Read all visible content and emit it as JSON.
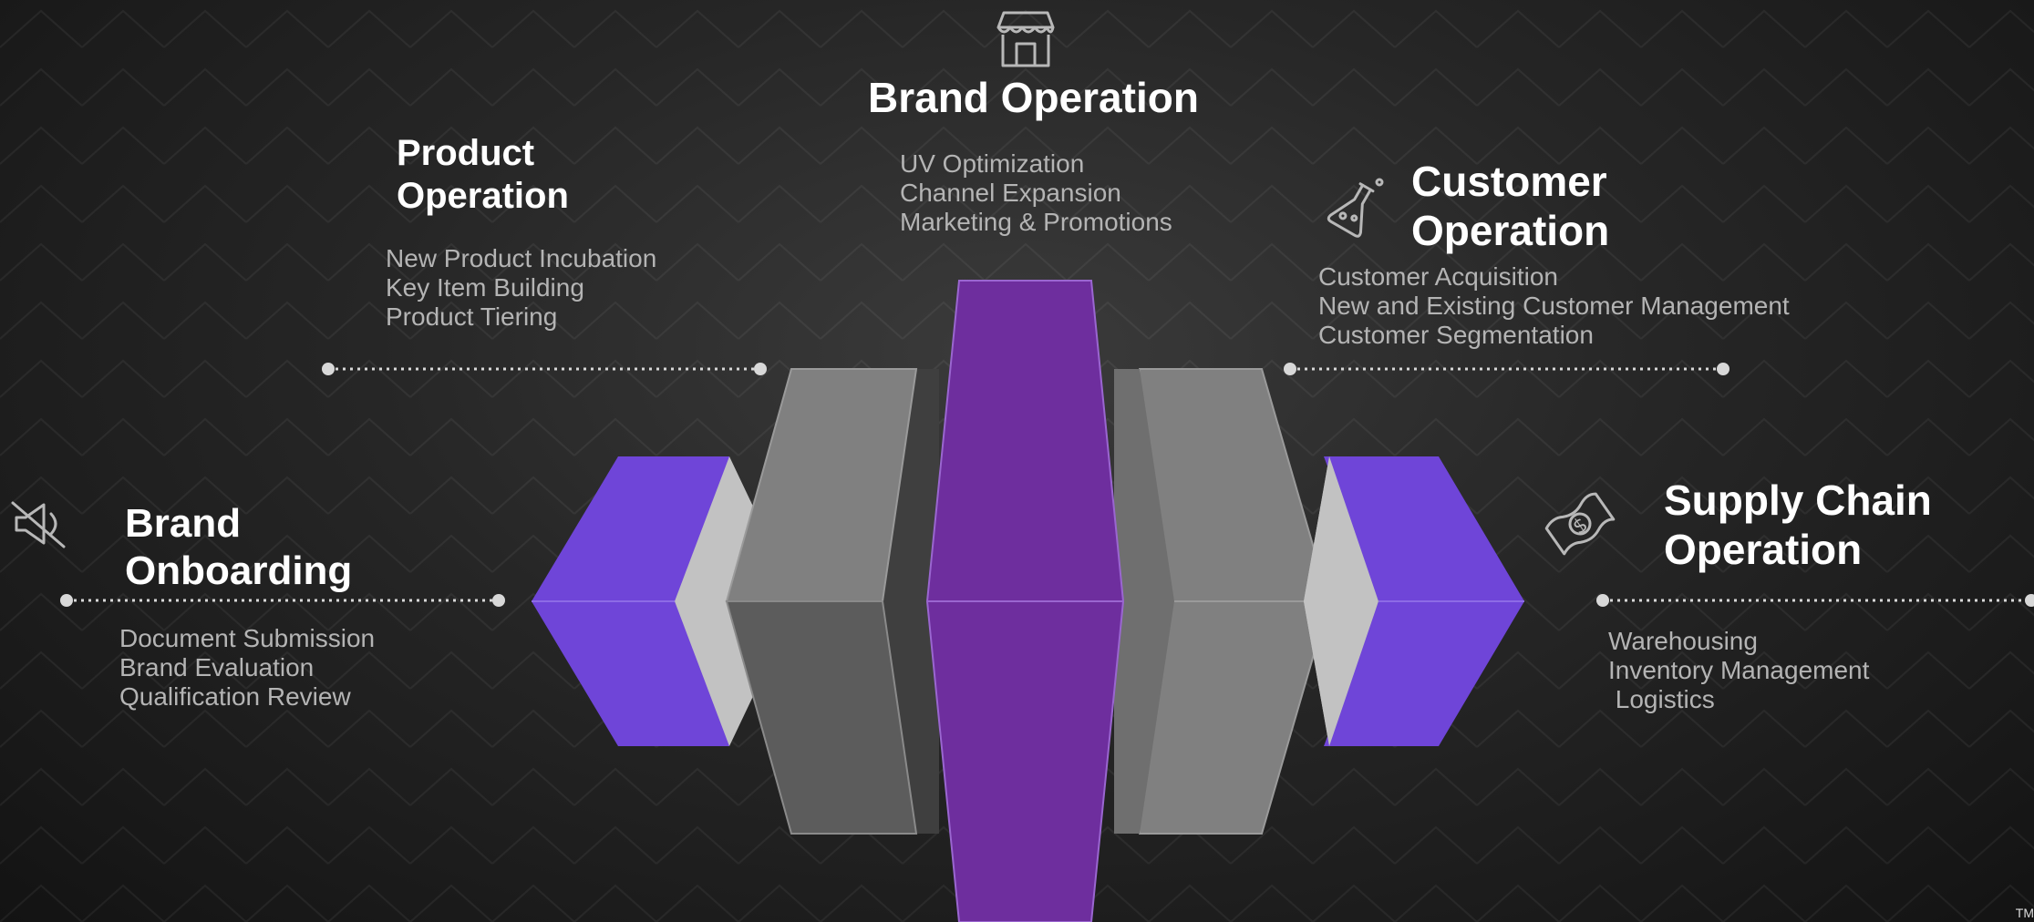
{
  "colors": {
    "background": "#1c1c1c",
    "accent_purple": "#6f45d8",
    "center_purple": "#6e2e9e",
    "gray_light": "#c2c2c2",
    "gray_mid": "#808080",
    "gray_dark": "#5c5c5c",
    "item_text": "#b4b4b4",
    "title_text": "#ffffff"
  },
  "stages": [
    {
      "key": "brand_onboarding",
      "title_lines": [
        "Brand",
        "Onboarding"
      ],
      "icon": "megaphone-muted-icon",
      "items": [
        "Document Submission",
        "Brand Evaluation",
        "Qualification Review"
      ]
    },
    {
      "key": "product_operation",
      "title_lines": [
        "Product",
        "Operation"
      ],
      "icon": "",
      "items": [
        "New Product Incubation",
        "Key Item Building",
        "Product Tiering"
      ]
    },
    {
      "key": "brand_operation",
      "title_lines": [
        "Brand Operation"
      ],
      "icon": "storefront-icon",
      "items": [
        "UV Optimization",
        "Channel Expansion",
        "Marketing & Promotions"
      ]
    },
    {
      "key": "customer_operation",
      "title_lines": [
        "Customer",
        "Operation"
      ],
      "icon": "flask-icon",
      "items": [
        "Customer Acquisition",
        "New and Existing Customer Management",
        "Customer Segmentation"
      ]
    },
    {
      "key": "supply_chain_operation",
      "title_lines": [
        "Supply Chain",
        "Operation"
      ],
      "icon": "money-bill-icon",
      "items": [
        "Warehousing",
        "Inventory Management",
        " Logistics"
      ]
    }
  ],
  "footer_mark": "TM"
}
